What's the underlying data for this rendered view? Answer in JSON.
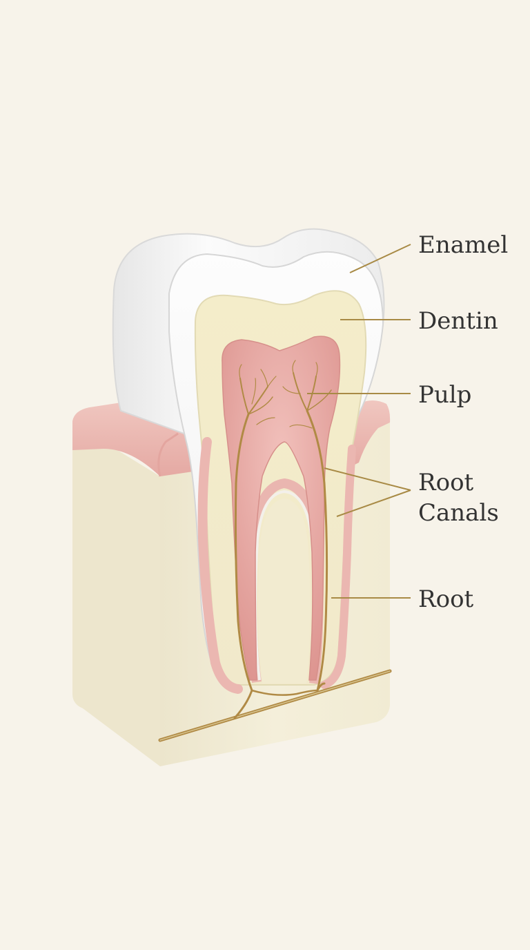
{
  "colors": {
    "background": "#f7f3ea",
    "enamel": "#f4f4f4",
    "dentin": "#f2ebc8",
    "pulp": "#e4a7a3",
    "gum": "#eab9b3",
    "bone": "#f3eed9",
    "nerve": "#b08a45",
    "leader_line": "#a88a45",
    "label_text": "#333333"
  },
  "labels": {
    "enamel": "Enamel",
    "dentin": "Dentin",
    "pulp": "Pulp",
    "root_canals_line1": "Root",
    "root_canals_line2": "Canals",
    "root": "Root"
  }
}
